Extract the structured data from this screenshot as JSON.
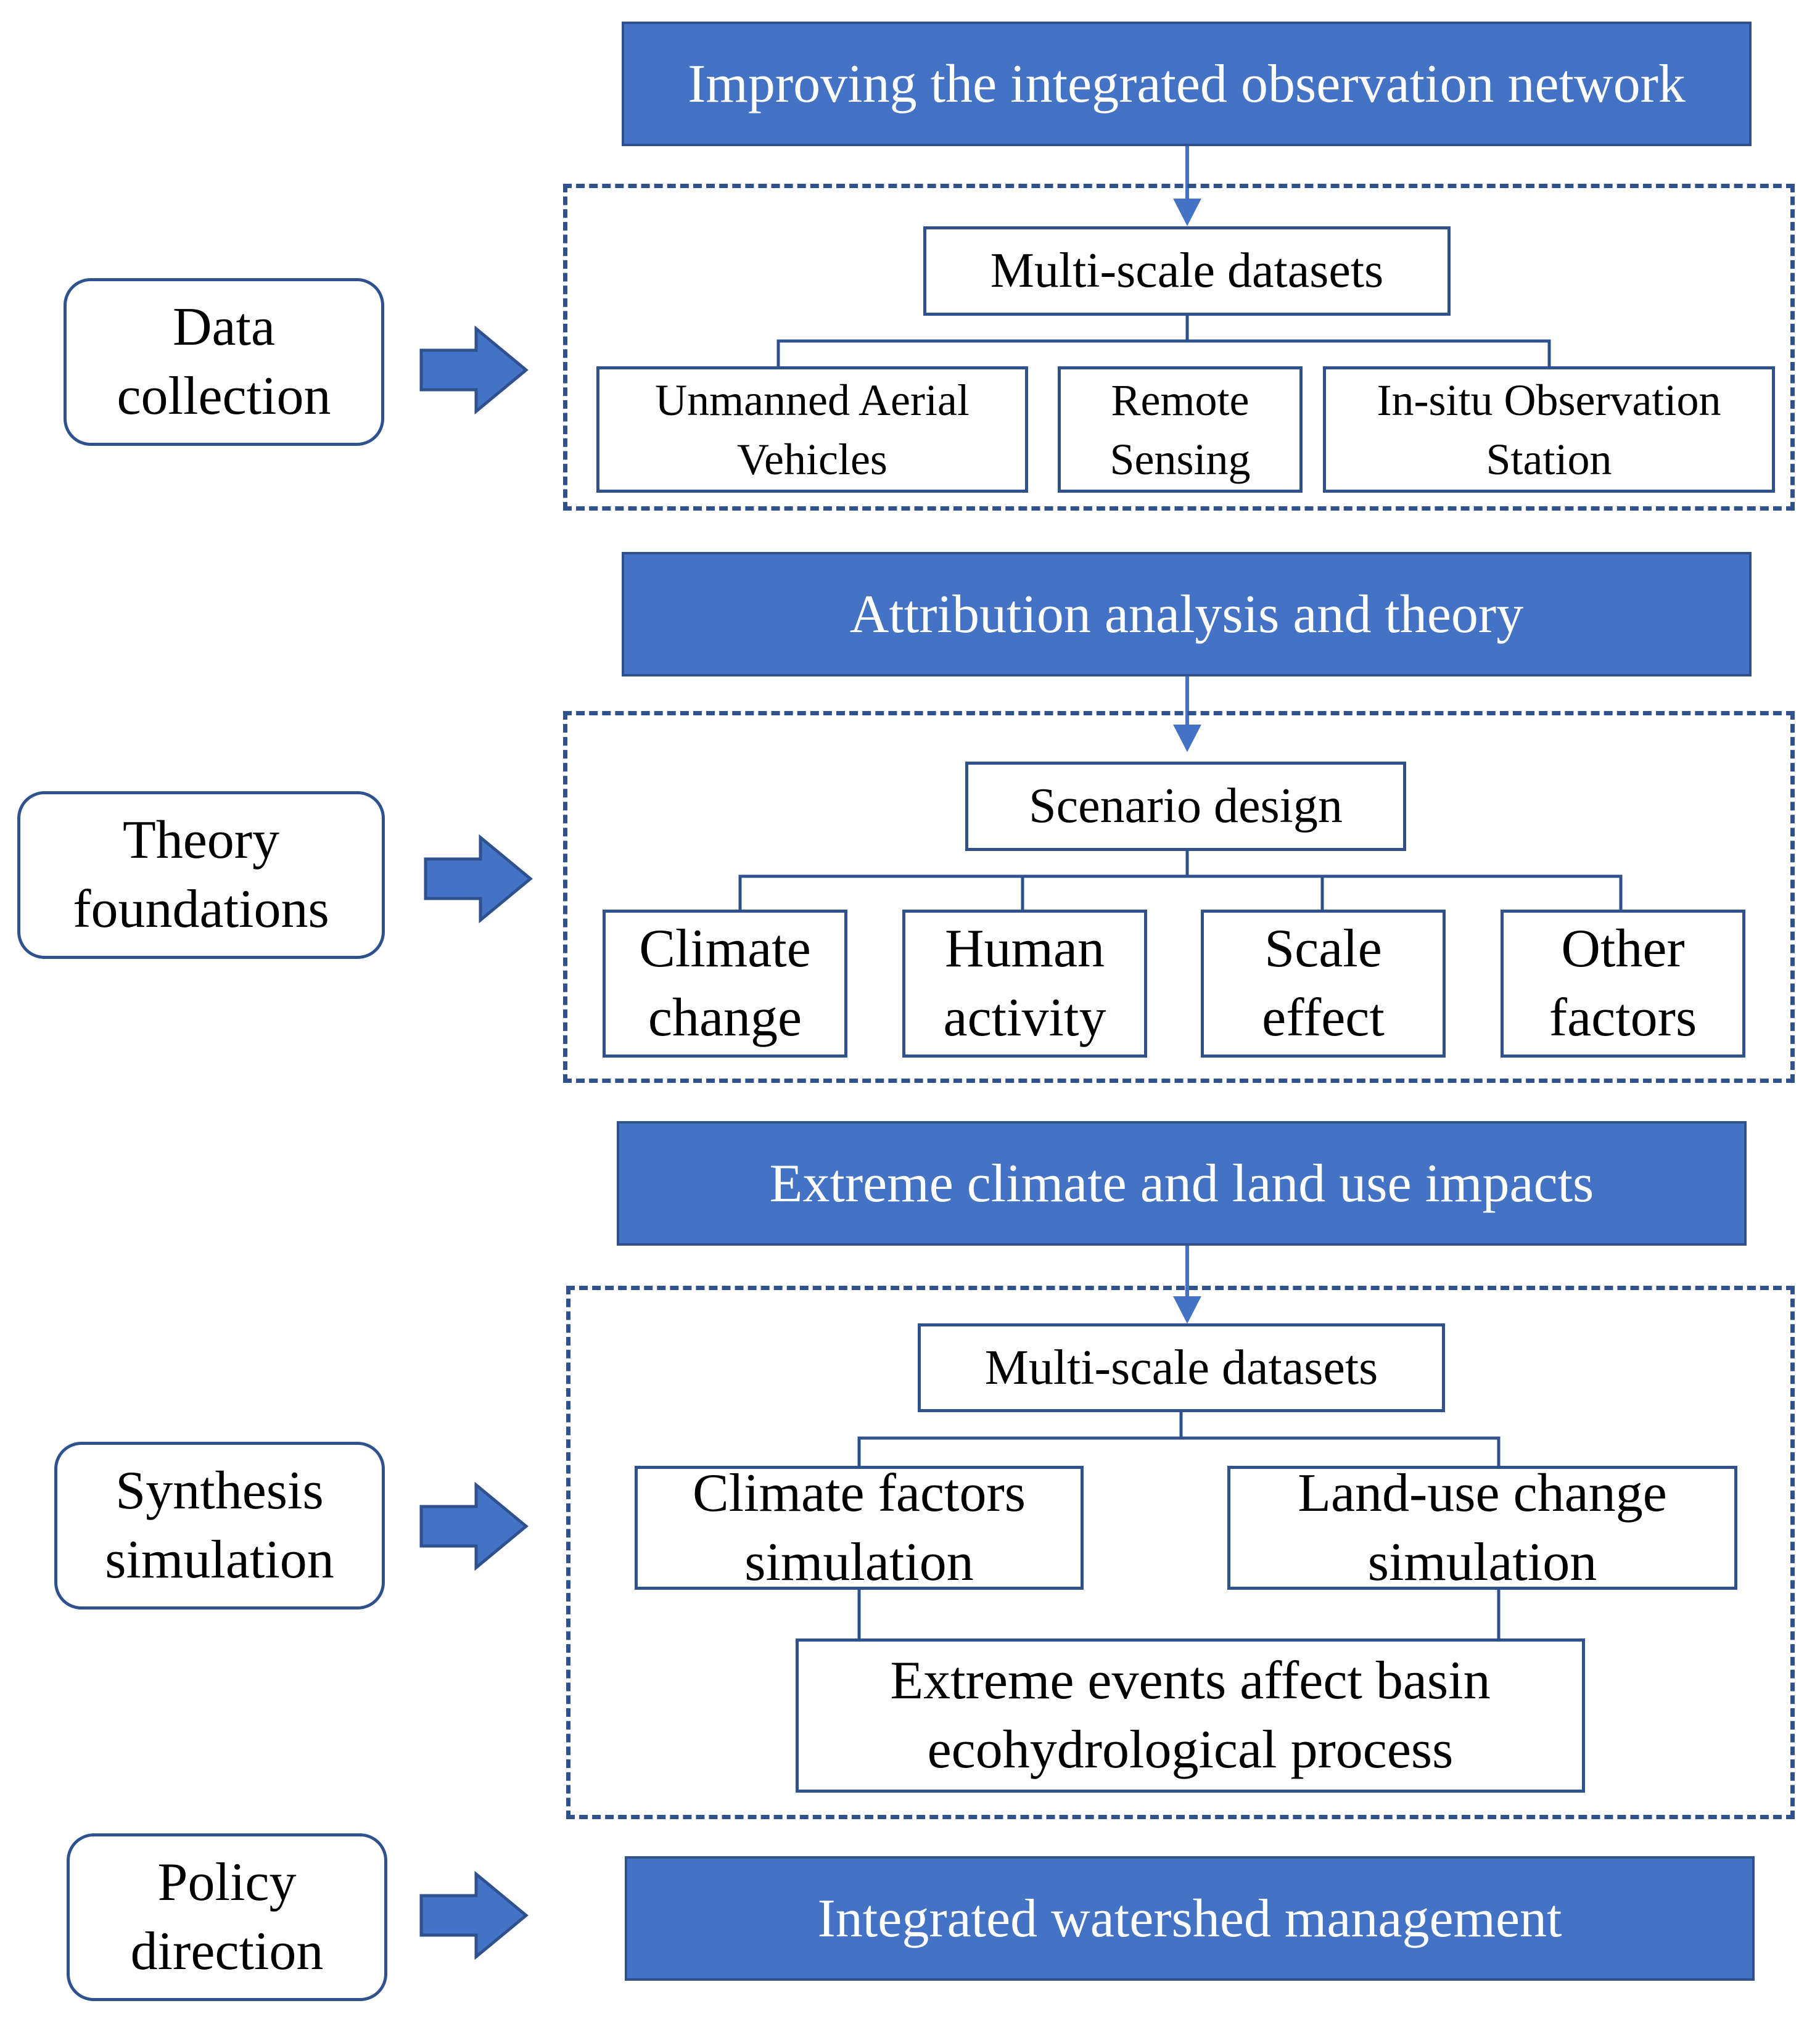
{
  "colors": {
    "primary": "#4472C4",
    "border": "#2F528F",
    "text": "#000000",
    "banner_text": "#ffffff"
  },
  "stages": {
    "data_collection": "Data collection",
    "theory_foundations": "Theory foundations",
    "synthesis_simulation": "Synthesis simulation",
    "policy_direction": "Policy direction"
  },
  "banners": {
    "observation_network": "Improving the integrated observation network",
    "attribution": "Attribution analysis and theory",
    "extreme_impacts": "Extreme climate and land use impacts",
    "watershed_management": "Integrated watershed management"
  },
  "group1": {
    "root": "Multi-scale datasets",
    "children": [
      "Unmanned Aerial Vehicles",
      "Remote Sensing",
      "In-situ Observation Station"
    ]
  },
  "group2": {
    "root": "Scenario design",
    "children": [
      "Climate change",
      "Human activity",
      "Scale effect",
      "Other factors"
    ]
  },
  "group3": {
    "root": "Multi-scale datasets",
    "children": [
      "Climate factors simulation",
      "Land-use change simulation"
    ],
    "outcome": "Extreme events affect basin ecohydrological process"
  },
  "icons": {
    "stage_arrow": "right-block-arrow-icon",
    "flow_arrow": "down-arrow-icon"
  }
}
